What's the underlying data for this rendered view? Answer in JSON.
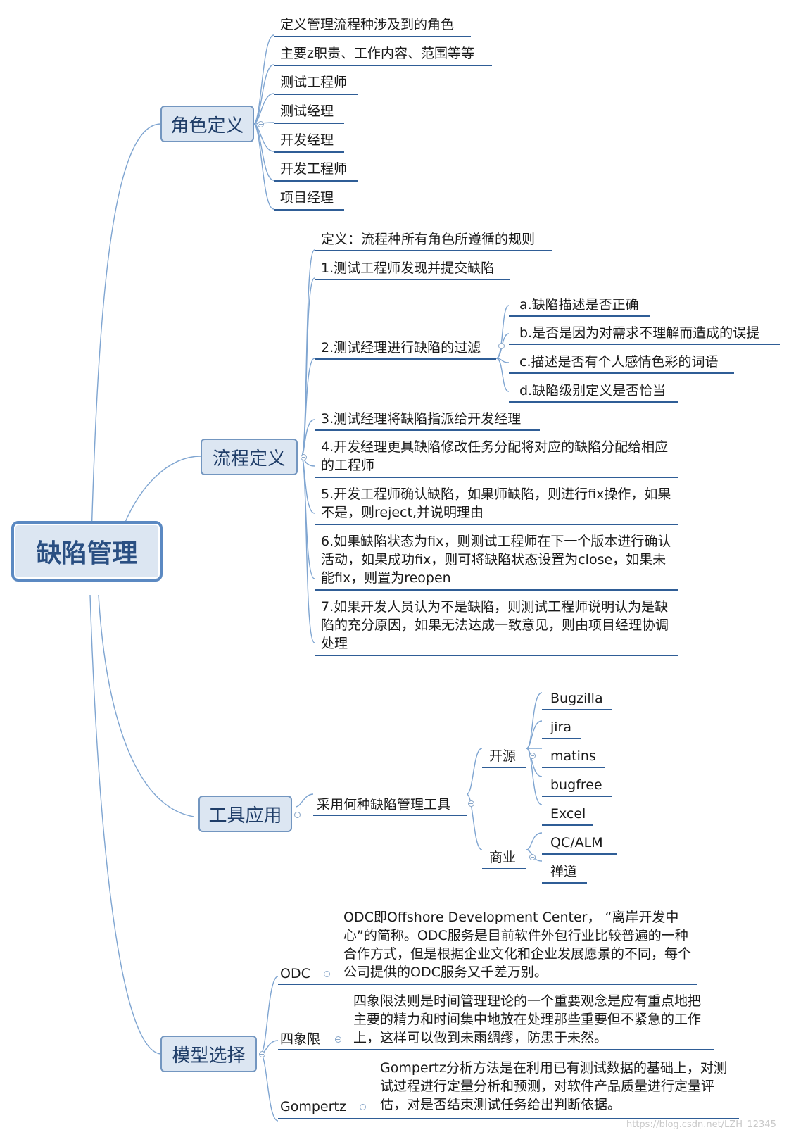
{
  "root": {
    "label": "缺陷管理"
  },
  "branches": {
    "role": {
      "label": "角色定义",
      "items": [
        "定义管理流程种涉及到的角色",
        "主要z职责、工作内容、范围等等",
        "测试工程师",
        "测试经理",
        "开发经理",
        "开发工程师",
        "项目经理"
      ]
    },
    "process": {
      "label": "流程定义",
      "items": [
        "定义：流程种所有角色所遵循的规则",
        "1.测试工程师发现并提交缺陷",
        "2.测试经理进行缺陷的过滤",
        "3.测试经理将缺陷指派给开发经理",
        "4.开发经理更具缺陷修改任务分配将对应的缺陷分配给相应的工程师",
        "5.开发工程师确认缺陷，如果师缺陷，则进行fix操作，如果不是，则reject,并说明理由",
        "6.如果缺陷状态为fix，则测试工程师在下一个版本进行确认活动，如果成功fix，则可将缺陷状态设置为close，如果未能fix，则置为reopen",
        "7.如果开发人员认为不是缺陷，则测试工程师说明认为是缺陷的充分原因，如果无法达成一致意见，则由项目经理协调处理"
      ],
      "filter_items": [
        "a.缺陷描述是否正确",
        "b.是否是因为对需求不理解而造成的误提",
        "c.描述是否有个人感情色彩的词语",
        "d.缺陷级别定义是否恰当"
      ]
    },
    "tools": {
      "label": "工具应用",
      "question": "采用何种缺陷管理工具",
      "open_label": "开源",
      "open_items": [
        "Bugzilla",
        "jira",
        "matins",
        "bugfree",
        "Excel"
      ],
      "commercial_label": "商业",
      "commercial_items": [
        "QC/ALM",
        "禅道"
      ]
    },
    "model": {
      "label": "模型选择",
      "items": [
        {
          "label": "ODC",
          "desc": "ODC即Offshore Development Center， “离岸开发中心”的简称。ODC服务是目前软件外包行业比较普遍的一种合作方式，但是根据企业文化和企业发展愿景的不同，每个公司提供的ODC服务又千差万别。"
        },
        {
          "label": "四象限",
          "desc": "四象限法则是时间管理理论的一个重要观念是应有重点地把主要的精力和时间集中地放在处理那些重要但不紧急的工作上，这样可以做到未雨绸缪，防患于未然。"
        },
        {
          "label": "Gompertz",
          "desc": "Gompertz分析方法是在利用已有测试数据的基础上，对测试过程进行定量分析和预测，对软件产品质量进行定量评估，对是否结束测试任务给出判断依据。"
        }
      ]
    }
  },
  "watermark": "https://blog.csdn.net/LZH_12345",
  "colors": {
    "line": "#2f5d96",
    "box_fill": "#dce6f2",
    "box_border": "#7396c0",
    "connector": "#7fa5d1"
  }
}
